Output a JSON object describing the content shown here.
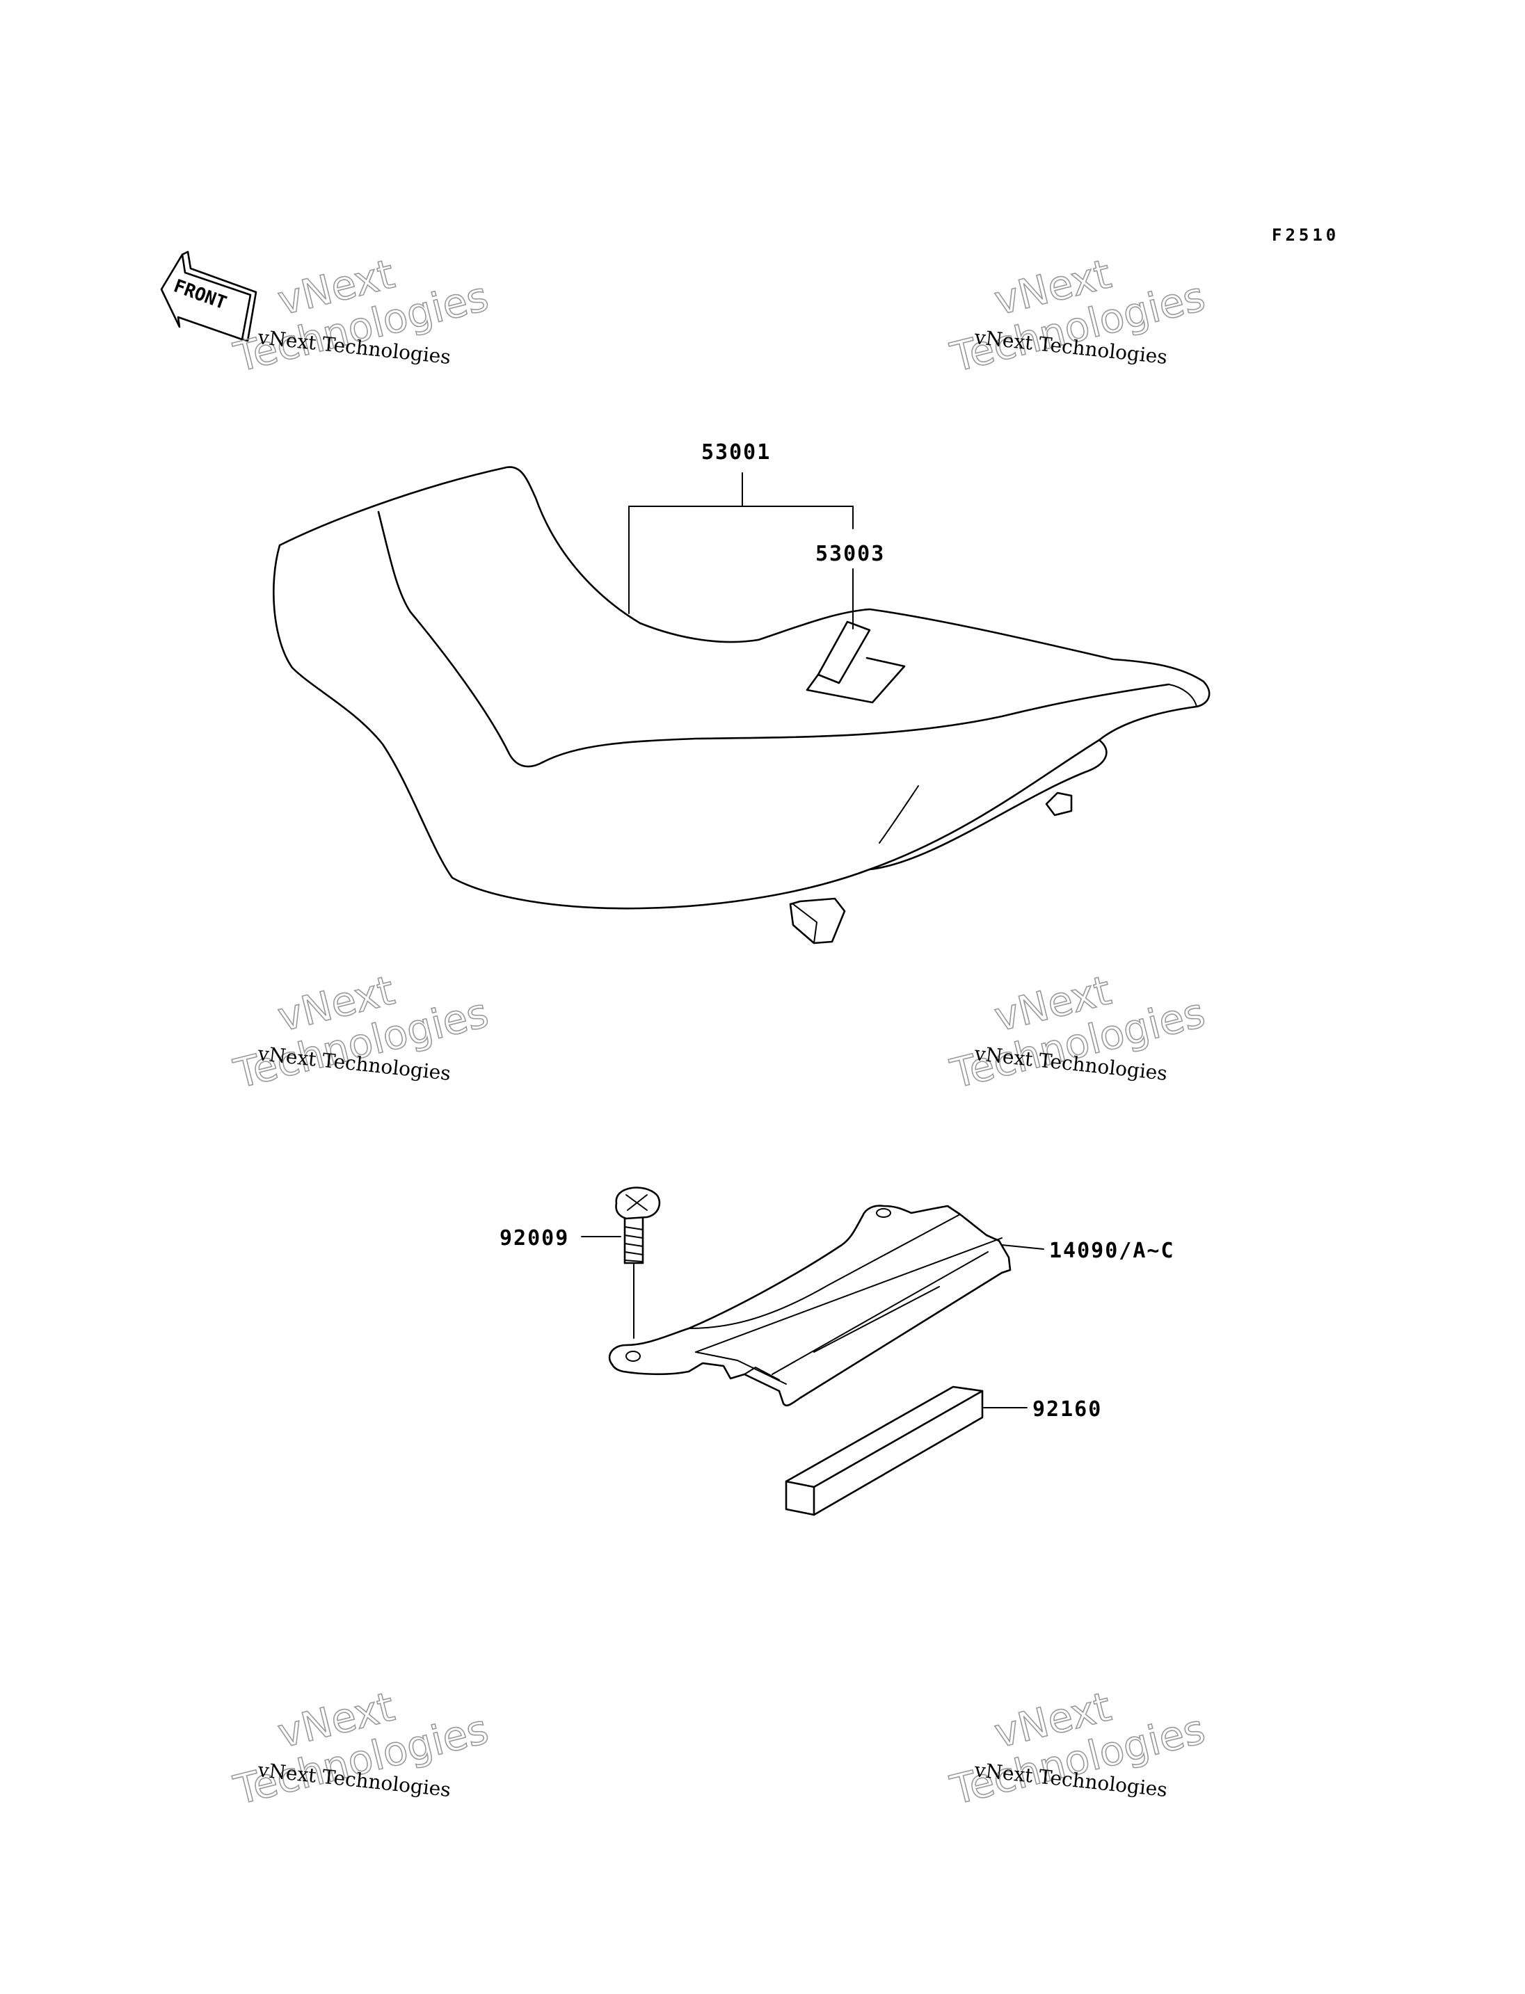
{
  "diagram": {
    "code": "F2510",
    "front_label": "FRONT",
    "callouts": {
      "seat": "53001",
      "seat_tab": "53003",
      "bolt": "92009",
      "bracket": "14090/A~C",
      "pad": "92160"
    },
    "watermark": {
      "line1": "vNext",
      "line2": "Technologies",
      "caption": "vNext Technologies"
    }
  }
}
